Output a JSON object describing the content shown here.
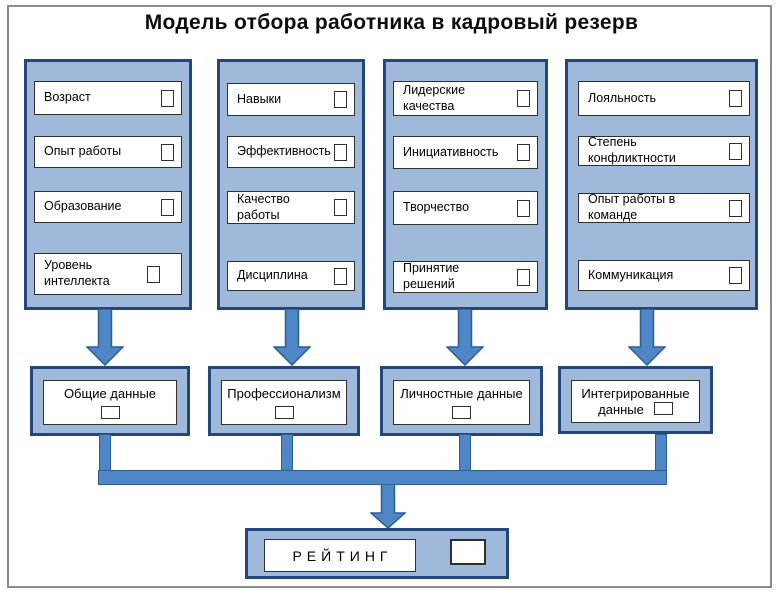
{
  "title": "Модель отбора работника в кадровый резерв",
  "colors": {
    "panel_fill": "#9fb9da",
    "panel_border": "#24477b",
    "arrow_fill": "#4e86c6",
    "arrow_border": "#2e5d94",
    "box_border": "#2f2f2f"
  },
  "groups": [
    {
      "items": [
        {
          "label": "Возраст",
          "checked": false
        },
        {
          "label": "Опыт работы",
          "checked": false
        },
        {
          "label": "Образование",
          "checked": false
        },
        {
          "label": "Уровень интеллекта",
          "checked": false
        }
      ],
      "result": {
        "label": "Общие данные",
        "checked": false
      }
    },
    {
      "items": [
        {
          "label": "Навыки",
          "checked": false
        },
        {
          "label": "Эффективность",
          "checked": false
        },
        {
          "label": "Качество работы",
          "checked": false
        },
        {
          "label": "Дисциплина",
          "checked": false
        }
      ],
      "result": {
        "label": "Профессионализм",
        "checked": false
      }
    },
    {
      "items": [
        {
          "label": "Лидерские качества",
          "checked": false
        },
        {
          "label": "Инициативность",
          "checked": false
        },
        {
          "label": "Творчество",
          "checked": false
        },
        {
          "label": "Принятие решений",
          "checked": false
        }
      ],
      "result": {
        "label": "Личностные данные",
        "checked": false
      }
    },
    {
      "items": [
        {
          "label": "Лояльность",
          "checked": false
        },
        {
          "label": "Степень конфликтности",
          "checked": false
        },
        {
          "label": "Опыт работы в команде",
          "checked": false
        },
        {
          "label": "Коммуникация",
          "checked": false
        }
      ],
      "result": {
        "label": "Интегрированные данные",
        "checked": false
      }
    }
  ],
  "rating": {
    "label": "РЕЙТИНГ"
  }
}
